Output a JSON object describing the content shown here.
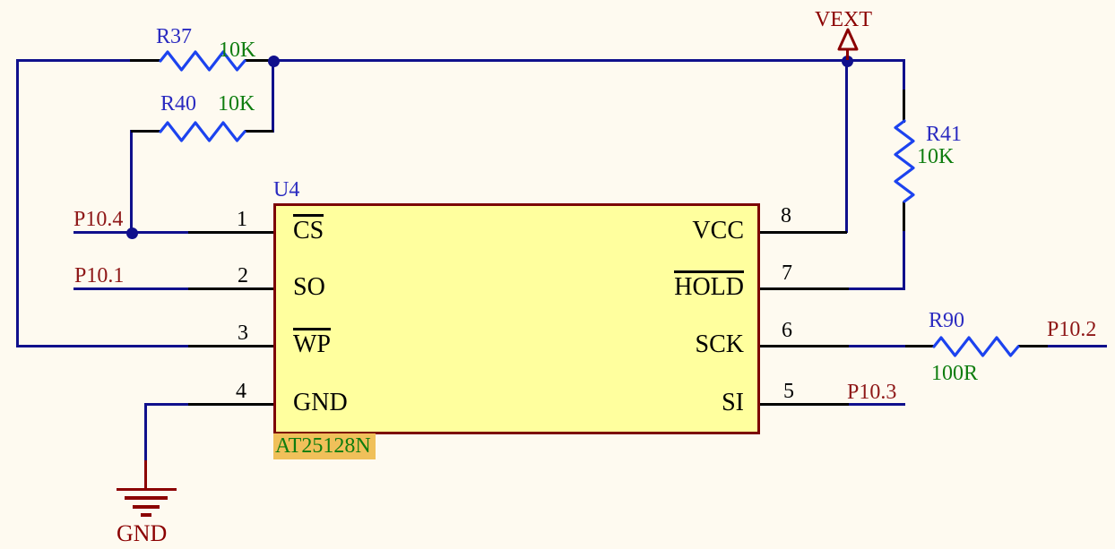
{
  "colors": {
    "background": "#FEFAF0",
    "wire_navy": "#10108C",
    "pin_lead_black": "#000000",
    "resistor_blue": "#1C43EF",
    "ic_fill_yellow": "#FFFF9E",
    "ic_border_maroon": "#7C0404",
    "designator_blue": "#2A2AC0",
    "value_green": "#0E7D0E",
    "net_label_red": "#8E1717",
    "power_label_red": "#8B0000",
    "part_highlight_orange": "#F0C05A"
  },
  "ic": {
    "designator": "U4",
    "part_number": "AT25128N",
    "left_pins": [
      {
        "number": "1",
        "name": "CS",
        "overline": true
      },
      {
        "number": "2",
        "name": "SO",
        "overline": false
      },
      {
        "number": "3",
        "name": "WP",
        "overline": true
      },
      {
        "number": "4",
        "name": "GND",
        "overline": false
      }
    ],
    "right_pins": [
      {
        "number": "8",
        "name": "VCC",
        "overline": false
      },
      {
        "number": "7",
        "name": "HOLD",
        "overline": true
      },
      {
        "number": "6",
        "name": "SCK",
        "overline": false
      },
      {
        "number": "5",
        "name": "SI",
        "overline": false
      }
    ]
  },
  "resistors": [
    {
      "designator": "R37",
      "value": "10K"
    },
    {
      "designator": "R40",
      "value": "10K"
    },
    {
      "designator": "R41",
      "value": "10K"
    },
    {
      "designator": "R90",
      "value": "100R"
    }
  ],
  "nets": {
    "cs": "P10.4",
    "so": "P10.1",
    "sck": "P10.2",
    "si": "P10.3"
  },
  "power": {
    "vext": "VEXT",
    "gnd": "GND"
  }
}
